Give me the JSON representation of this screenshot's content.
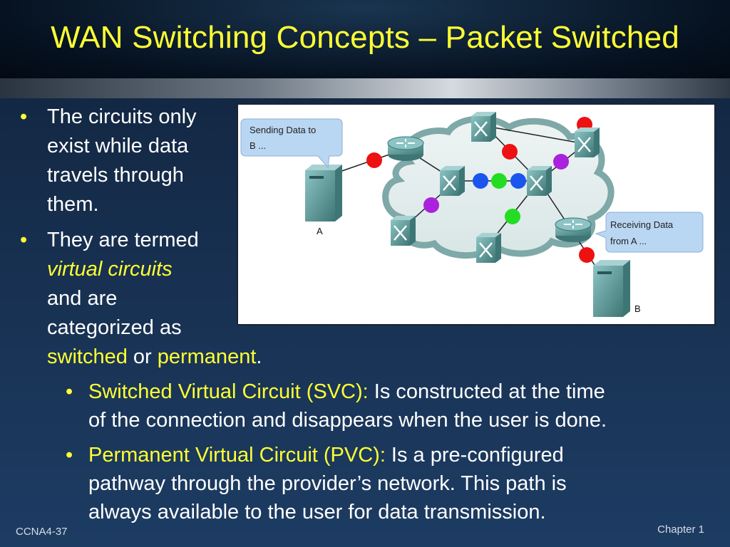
{
  "slide": {
    "title": "WAN Switching Concepts – Packet Switched",
    "bullets": [
      {
        "lines": [
          "The circuits only",
          "exist while data",
          "travels through",
          "them."
        ]
      },
      {
        "line1": "They are termed",
        "line2": "virtual circuits",
        "line3": "and are",
        "line4": "categorized as",
        "line5_a": "switched",
        "line5_b": " or ",
        "line5_c": "permanent",
        "line5_d": "."
      }
    ],
    "sub_bullets": [
      {
        "term": "Switched Virtual Circuit (SVC):",
        "text_1": " Is constructed at the time",
        "text_2": "of the connection and disappears when the user is done."
      },
      {
        "term": "Permanent Virtual Circuit (PVC):",
        "text_1": " Is a pre-configured",
        "text_2": "pathway through the provider’s network.  This path is",
        "text_3": "always available to the user for data transmission."
      }
    ],
    "footer_left": "CCNA4-37",
    "footer_right": "Chapter 1"
  },
  "figure": {
    "callout_a_line1": "Sending Data to",
    "callout_a_line2": "B ...",
    "callout_b_line1": "Receiving Data",
    "callout_b_line2": "from A ...",
    "host_a_label": "A",
    "host_b_label": "B"
  },
  "colors": {
    "title": "#ffff33",
    "highlight": "#ffff33",
    "text": "#ffffff",
    "packet_red": "#ee1111",
    "packet_purple": "#aa22dd",
    "packet_blue": "#1a55ee",
    "packet_green": "#22dd22",
    "device_teal": "#5c9a9a"
  }
}
